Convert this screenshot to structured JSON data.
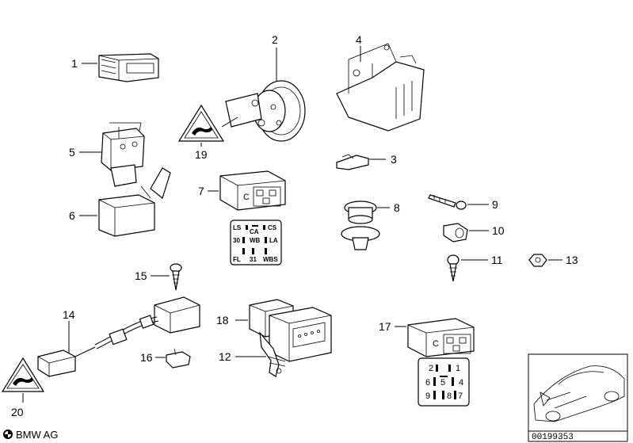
{
  "callouts": [
    "1",
    "2",
    "3",
    "4",
    "5",
    "6",
    "7",
    "8",
    "9",
    "10",
    "11",
    "12",
    "13",
    "14",
    "15",
    "16",
    "17",
    "18",
    "19",
    "20"
  ],
  "relay_7_pins": [
    "LS",
    "CA",
    "CS",
    "30",
    "WB",
    "LA",
    "FL",
    "31",
    "WBS"
  ],
  "relay_17_pins": [
    "2",
    "1",
    "6",
    "5",
    "4",
    "9",
    "8",
    "7"
  ],
  "footer": {
    "brand": "BMW AG",
    "reference": "00199353"
  }
}
